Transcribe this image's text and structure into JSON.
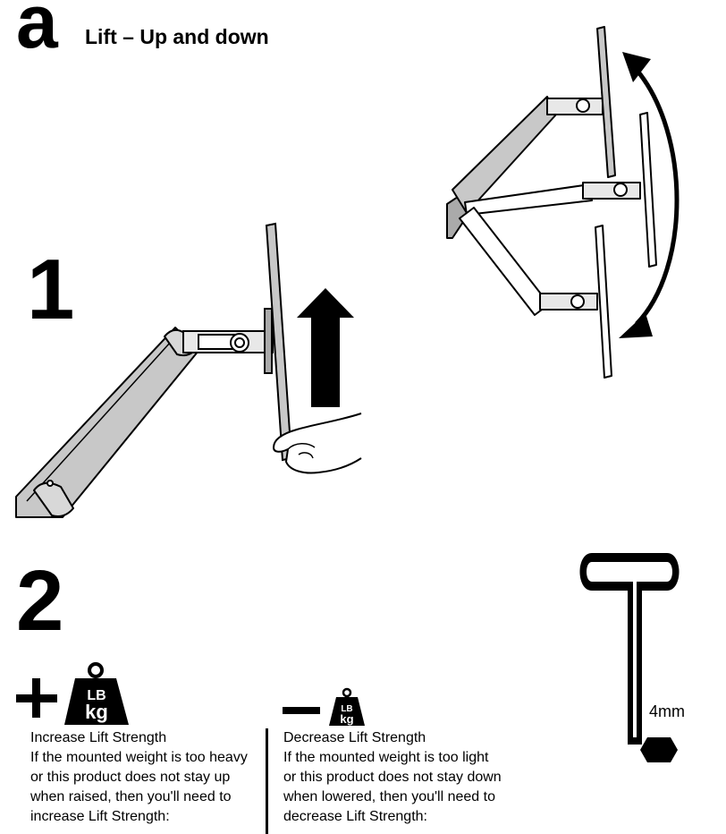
{
  "section": {
    "letter": "a",
    "title": "Lift – Up and down"
  },
  "steps": {
    "step_1": "1",
    "step_2": "2"
  },
  "increase": {
    "weight_unit_top": "LB",
    "weight_unit_bottom": "kg",
    "heading": "Increase Lift Strength",
    "lines": [
      "If the mounted weight is too heavy",
      "or this product does not stay up",
      "when raised, then you'll need to",
      "increase Lift Strength:"
    ]
  },
  "decrease": {
    "weight_unit_top": "LB",
    "weight_unit_bottom": "kg",
    "heading": "Decrease Lift Strength",
    "lines": [
      "If the mounted weight is too light",
      "or this product does not stay down",
      "when lowered, then you'll need to",
      "decrease Lift Strength:"
    ]
  },
  "tool": {
    "size_label": "4mm",
    "icon": "hex-key-icon"
  },
  "colors": {
    "ink": "#000000",
    "arm_gray": "#c8c8c8",
    "paper": "#ffffff"
  }
}
